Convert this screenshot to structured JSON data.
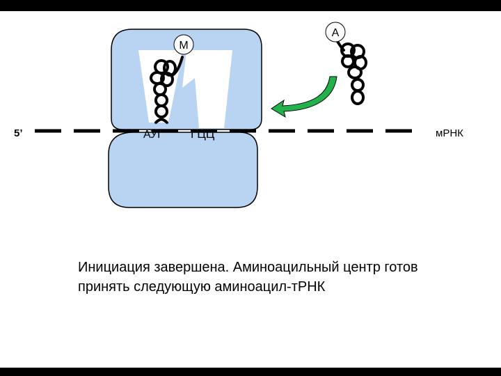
{
  "labels": {
    "five_prime": "5’",
    "codon_p": "АУГ",
    "codon_a": "ГЦЦ",
    "trna_p_amino_acid": "М",
    "trna_a_amino_acid": "А",
    "mrna": "мРНК"
  },
  "caption": {
    "line1": "Инициация завершена. Аминоацильный центр готов",
    "line2": "принять следующую аминоацил-тРНК"
  },
  "colors": {
    "ribosome_fill": "#b9d4f3",
    "ribosome_stroke": "#000000",
    "arrow_fill": "#22b24c",
    "mrna_line": "#000000"
  }
}
